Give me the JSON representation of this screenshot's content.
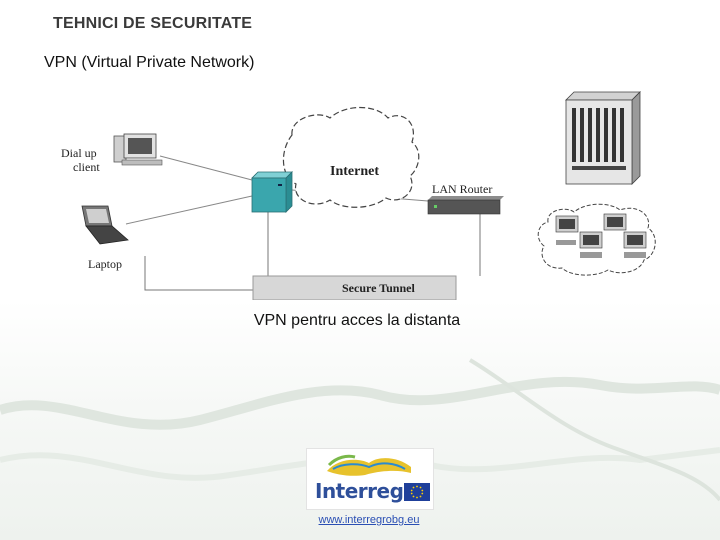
{
  "header": {
    "title": "TEHNICI DE SECURITATE"
  },
  "subtitle": "VPN (Virtual Private Network)",
  "diagram": {
    "labels": {
      "dialup_line1": "Dial up",
      "dialup_line2": "client",
      "laptop": "Laptop",
      "internet": "Internet",
      "router": "LAN Router",
      "tunnel": "Secure Tunnel"
    }
  },
  "caption": "VPN pentru acces la distanta",
  "footer": {
    "logo_text": "Interreg",
    "website": "www.interregrobg.eu"
  },
  "colors": {
    "server_teal": "#3aa6ad",
    "tunnel_gray": "#d7d7d7",
    "logo_blue": "#2e4f9a",
    "eu_blue": "#1f3f9a",
    "link_blue": "#2b4fb4"
  }
}
